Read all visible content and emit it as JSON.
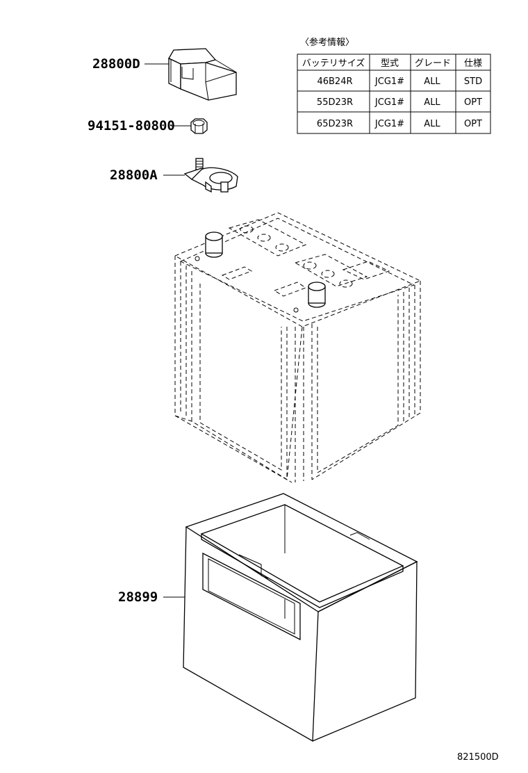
{
  "parts": {
    "cover": "28800D",
    "nut": "94151-80800",
    "terminal": "28800A",
    "tray": "28899"
  },
  "reference": {
    "title": "〈参考情報〉",
    "headers": [
      "バッテリサイズ",
      "型式",
      "グレード",
      "仕様"
    ],
    "rows": [
      [
        "46B24R",
        "JCG1#",
        "ALL",
        "STD"
      ],
      [
        "55D23R",
        "JCG1#",
        "ALL",
        "OPT"
      ],
      [
        "65D23R",
        "JCG1#",
        "ALL",
        "OPT"
      ]
    ]
  },
  "figure_id": "821500D"
}
